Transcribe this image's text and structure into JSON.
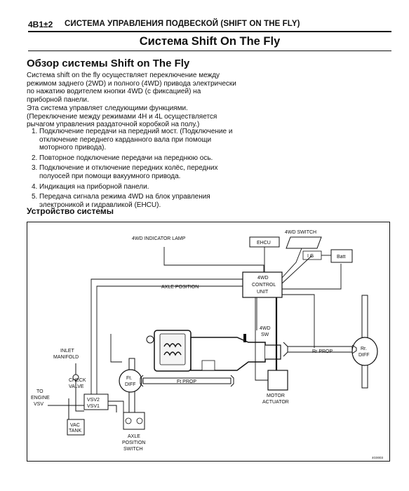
{
  "header": {
    "code": "4B1±2",
    "title": "СИСТЕМА УПРАВЛЕНИЯ ПОДВЕСКОЙ (SHIFT ON THE FLY)"
  },
  "doc_title": "Система Shift On The Fly",
  "section": {
    "heading": "Обзор системы Shift on The Fly",
    "para1": "Система shift on the fly осуществляет переключение между режимом заднего (2WD) и полного (4WD) привода электрически по нажатию водителем кнопки 4WD (с фиксацией) на приборной панели.",
    "para2": "Эта система управляет следующими функциями. (Переключение между режимами 4H и 4L осуществляется рычагом управления раздаточной коробкой на полу.)",
    "items": [
      {
        "num": "1.",
        "text": "Подключение передачи на передний мост. (Подключение и отключение переднего карданного вала при помощи моторного привода)."
      },
      {
        "num": "2.",
        "text": "Повторное подключение передачи на переднюю ось."
      },
      {
        "num": "3.",
        "text": "Подключение и отключение передних колёс, передних полуосей при помощи вакуумного привода."
      },
      {
        "num": "4.",
        "text": "Индикация на приборной панели."
      },
      {
        "num": "5.",
        "text": "Передача сигнала режима 4WD на блок управления электроникой и гидравликой (EHCU)."
      }
    ],
    "subheading": "Устройство системы"
  },
  "diagram": {
    "labels": {
      "indicator_lamp": "4WD INDICATOR LAMP",
      "switch": "4WD SWITCH",
      "ehcu": "EHCU",
      "ig": "I G",
      "batt": "Batt",
      "control_unit_1": "4WD",
      "control_unit_2": "CONTROL",
      "control_unit_3": "UNIT",
      "axle_position": "AXLE POSITION",
      "sw_1": "4WD",
      "sw_2": "SW",
      "rr_prop": "Rr PROP",
      "rr_diff_1": "Rr.",
      "rr_diff_2": "DIFF",
      "inlet_1": "INLET",
      "inlet_2": "MANIFOLD",
      "check_1": "CHECK",
      "check_2": "VALVE",
      "to_engine_1": "TO",
      "to_engine_2": "ENGINE",
      "to_engine_3": "VSV",
      "ft_diff_1": "Ft.",
      "ft_diff_2": "DIFF",
      "ft_prop": "Ft PROP",
      "vsv2": "VSV2",
      "vsv1": "VSV1",
      "vac_1": "VAC",
      "vac_2": "TANK",
      "aps_1": "AXLE",
      "aps_2": "POSITION",
      "aps_3": "SWITCH",
      "motor_1": "MOTOR",
      "motor_2": "ACTUATOR",
      "fig_code": "4G0003"
    }
  }
}
